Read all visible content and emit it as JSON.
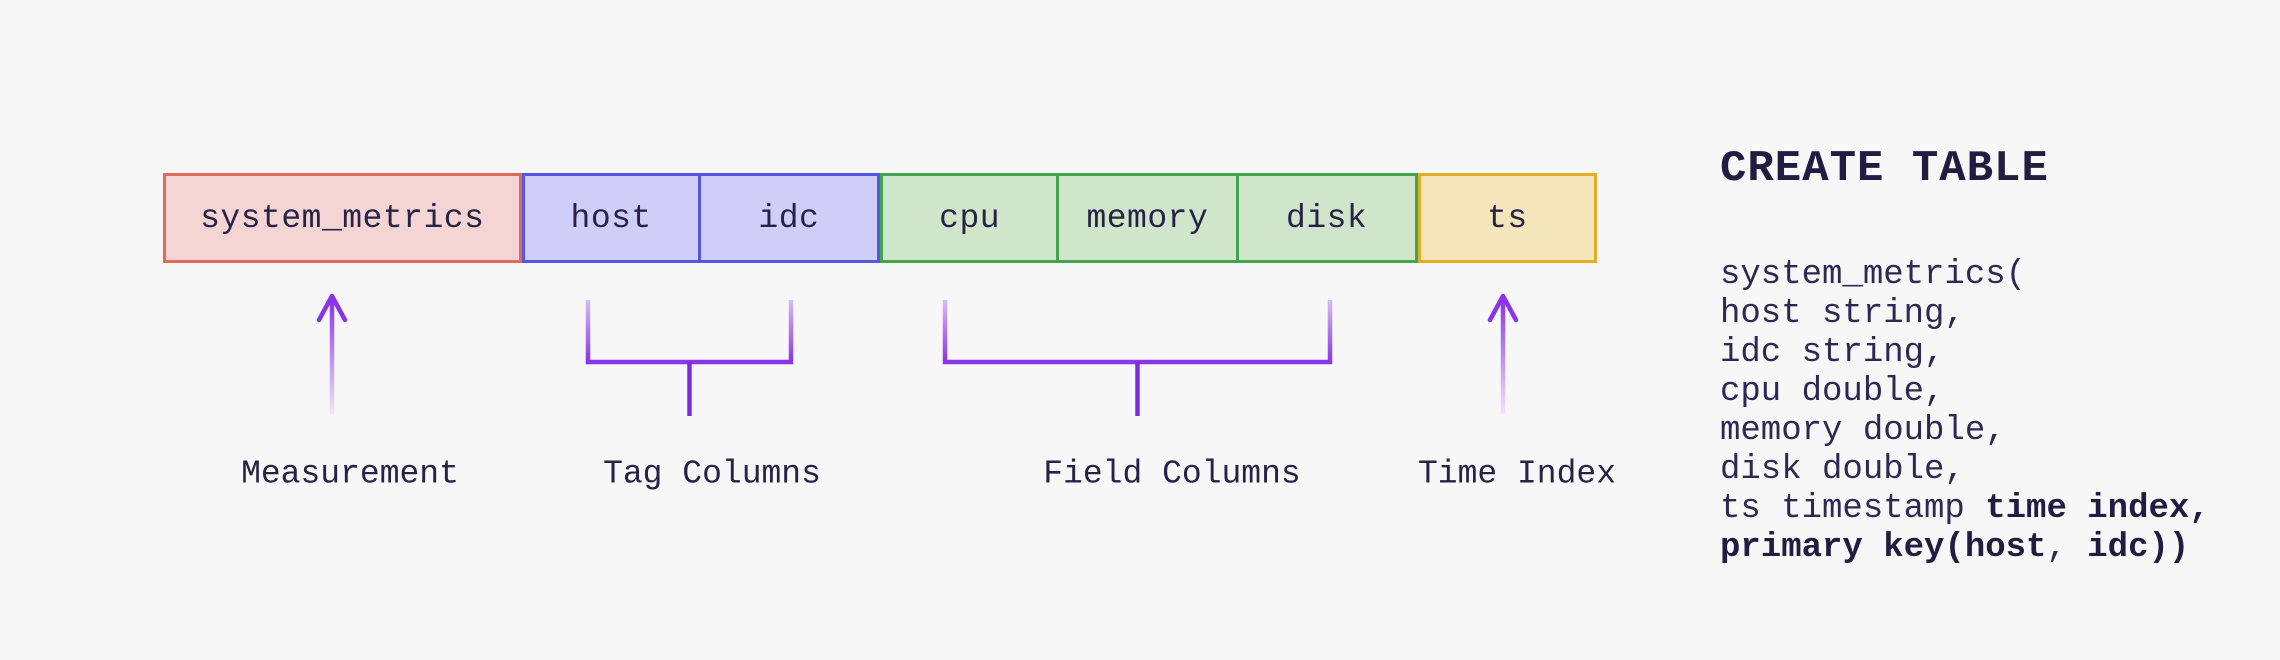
{
  "colors": {
    "background": "#f8f7f7",
    "text": "#272246",
    "annotation_purple": "#8a34e8",
    "annotation_stem_purple": "#7d2ae3",
    "measurement_fill": "#f5d5d3",
    "measurement_border": "#e06a5c",
    "tag_fill": "#cecef8",
    "tag_border": "#5457e3",
    "field_fill": "#d0e6cb",
    "field_border": "#46a34d",
    "time_fill": "#f4e5ba",
    "time_border": "#e2ad27"
  },
  "schema_row": {
    "boxes": [
      {
        "label": "system_metrics",
        "group": "measurement",
        "units": 2
      },
      {
        "label": "host",
        "group": "tag",
        "units": 1
      },
      {
        "label": "idc",
        "group": "tag",
        "units": 1
      },
      {
        "label": "cpu",
        "group": "field",
        "units": 1
      },
      {
        "label": "memory",
        "group": "field",
        "units": 1
      },
      {
        "label": "disk",
        "group": "field",
        "units": 1
      },
      {
        "label": "ts",
        "group": "time",
        "units": 1
      }
    ]
  },
  "annotations": [
    {
      "label": "Measurement",
      "type": "arrow",
      "targets": [
        "system_metrics"
      ]
    },
    {
      "label": "Tag Columns",
      "type": "bracket",
      "targets": [
        "host",
        "idc"
      ]
    },
    {
      "label": "Field Columns",
      "type": "bracket",
      "targets": [
        "cpu",
        "memory",
        "disk"
      ]
    },
    {
      "label": "Time Index",
      "type": "arrow",
      "targets": [
        "ts"
      ]
    }
  ],
  "sql": {
    "title": "CREATE TABLE",
    "lines": [
      [
        {
          "text": "system_metrics(",
          "bold": false
        }
      ],
      [
        {
          "text": "host string,",
          "bold": false
        }
      ],
      [
        {
          "text": "idc string,",
          "bold": false
        }
      ],
      [
        {
          "text": "cpu double,",
          "bold": false
        }
      ],
      [
        {
          "text": "memory double,",
          "bold": false
        }
      ],
      [
        {
          "text": "disk double,",
          "bold": false
        }
      ],
      [
        {
          "text": "ts timestamp ",
          "bold": false
        },
        {
          "text": "time index,",
          "bold": true
        }
      ],
      [
        {
          "text": "primary key(host",
          "bold": true
        },
        {
          "text": ", ",
          "bold": false
        },
        {
          "text": "idc))",
          "bold": true
        }
      ]
    ]
  }
}
